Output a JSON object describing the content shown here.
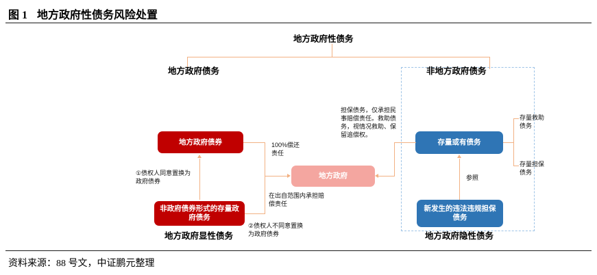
{
  "figure": {
    "number": "图 1",
    "title": "地方政府性债务风险处置"
  },
  "source": {
    "text": "资料来源：88 号文，中证鹏元整理"
  },
  "diagram": {
    "root_label": "地方政府性债务",
    "branch_left_label": "地方政府债务",
    "branch_right_label": "非地方政府债务",
    "bottom_left_label": "地方政府显性债务",
    "bottom_right_label": "地方政府隐性债务",
    "nodes": {
      "local_gov_bond": "地方政府债券",
      "non_bond_stock_debt": "非政府债券形式的存量政府债务",
      "local_government": "地方政府",
      "stock_contingent_debt": "存量或有债务",
      "new_illegal_guarantee_debt": "新发生的违法违规担保债务"
    },
    "annotations": {
      "repay_100": "100%偿还责任",
      "option_one": "①债权人同意置换为政府债券",
      "option_two": "②债权人不同意置换为政府债券",
      "compensation_scope": "在出自范围内承担赔偿责任",
      "guarantee_note": "担保债务，仅承担民事赔偿责任。救助债务，视情况救助、保留追偿权。",
      "reference": "参照",
      "stock_rescue_debt": "存量救助债务",
      "stock_guarantee_debt": "存量担保债务"
    },
    "colors": {
      "red_node": "#c00000",
      "pink_node": "#f4a6a0",
      "blue_node": "#2f75b5",
      "connector": "#f2b183",
      "dashed_border": "#9dc3e6"
    }
  }
}
